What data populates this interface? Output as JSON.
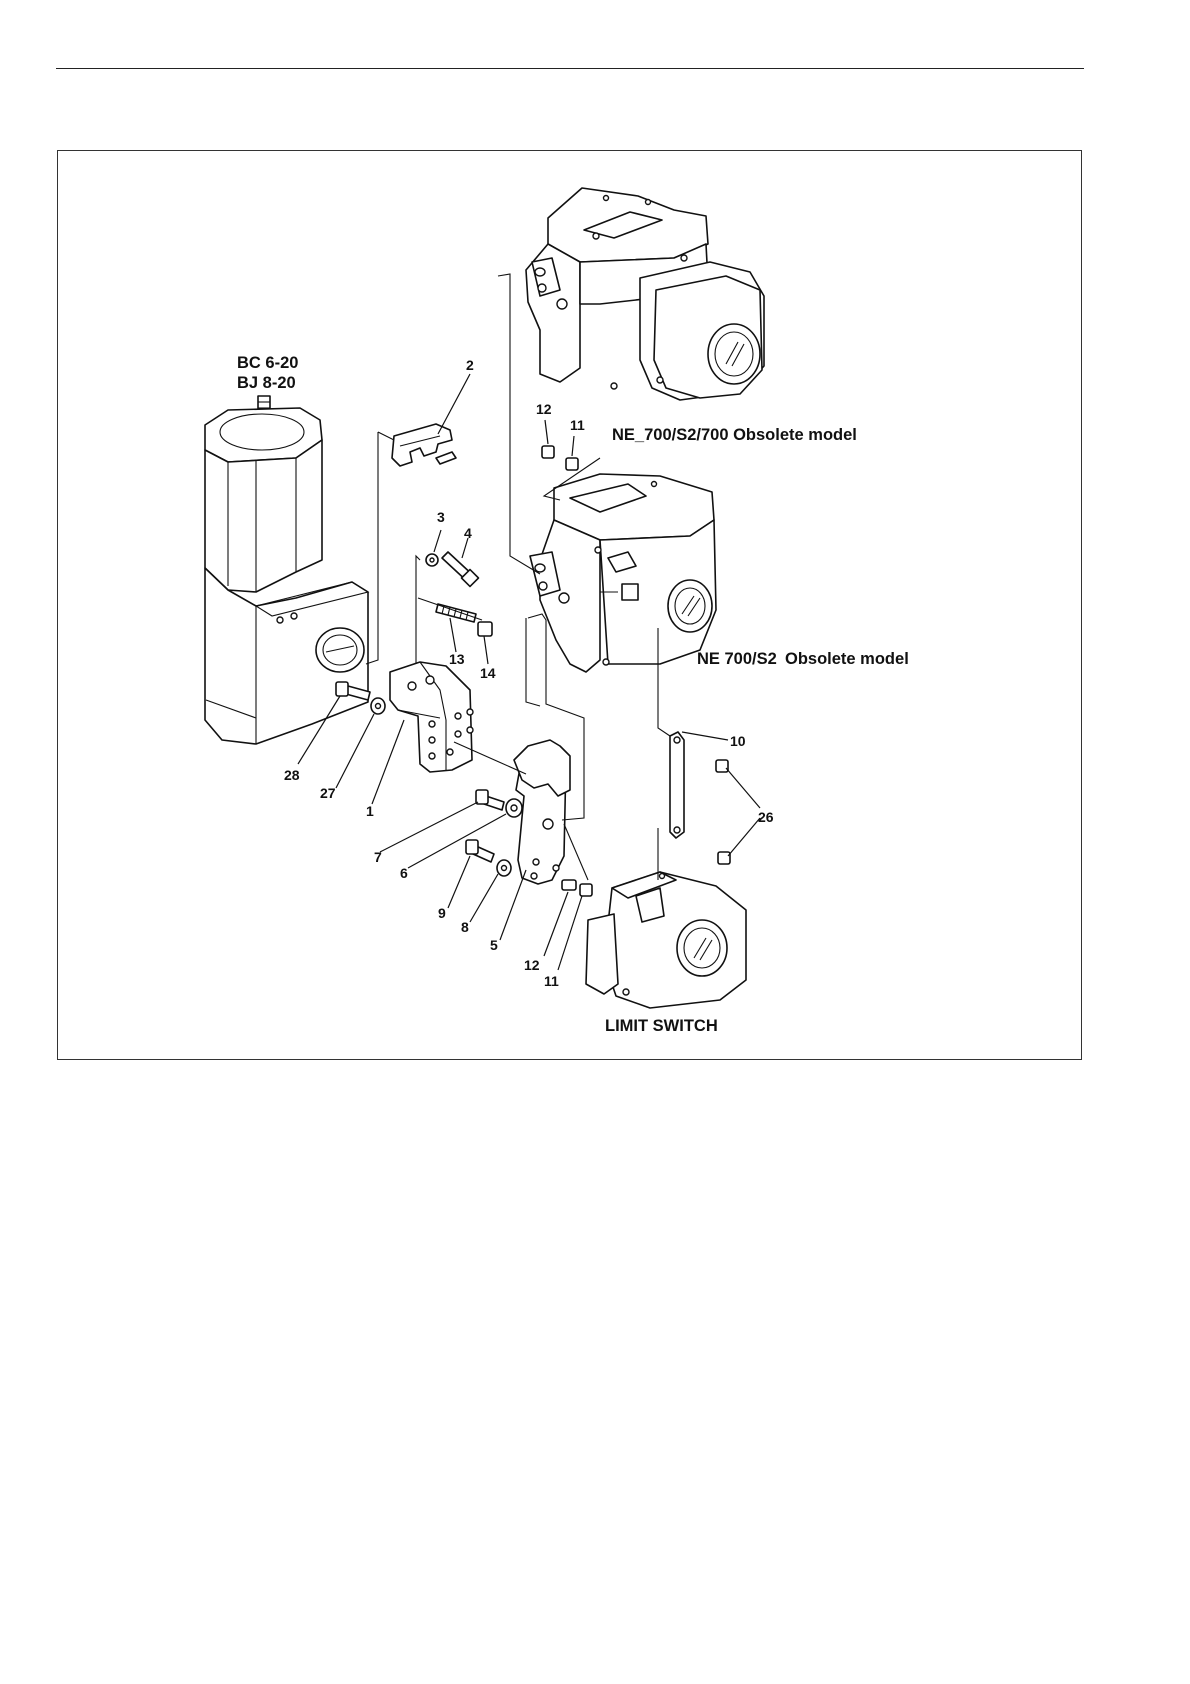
{
  "figure": {
    "model_labels": {
      "actuator_line1": "BC 6-20",
      "actuator_line2": "BJ 8-20",
      "ne700_s2_700": "NE_700/S2/700 Obsolete model",
      "ne700_s2": "NE 700/S2",
      "ne700_s2_suffix": "Obsolete model",
      "limit_switch": "LIMIT SWITCH"
    },
    "callouts": {
      "c1": "1",
      "c2": "2",
      "c3": "3",
      "c4": "4",
      "c5": "5",
      "c6": "6",
      "c7": "7",
      "c8": "8",
      "c9": "9",
      "c10": "10",
      "c11_top": "11",
      "c12_top": "12",
      "c11_bottom": "11",
      "c12_bottom": "12",
      "c13": "13",
      "c14": "14",
      "c26": "26",
      "c27": "27",
      "c28": "28"
    }
  }
}
